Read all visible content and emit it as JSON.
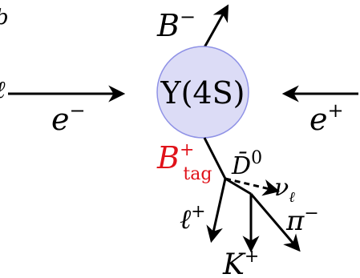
{
  "colors": {
    "circle_fill": "#dcdcf6",
    "circle_stroke": "#8f92e6",
    "tag": "#e0121a",
    "ink": "#000000"
  },
  "labels": {
    "b_minus": {
      "base": "B",
      "sup": "−"
    },
    "upsilon": "Υ(4S)",
    "e_minus": {
      "base": "e",
      "sup": "−"
    },
    "e_plus": {
      "base": "e",
      "sup": "+"
    },
    "b_tag": {
      "base": "B",
      "sup": "+",
      "sub": "tag"
    },
    "d_bar": {
      "base": "D̄",
      "sup": "0"
    },
    "nu": {
      "base": "ν",
      "sub": "ℓ"
    },
    "lepton": {
      "base": "ℓ",
      "sup": "+"
    },
    "pion": {
      "base": "π",
      "sup": "−"
    },
    "kaon": {
      "base": "K",
      "sup": "+"
    }
  },
  "edge_fragments": {
    "top_left": "b",
    "mid_left": "ℓ"
  }
}
